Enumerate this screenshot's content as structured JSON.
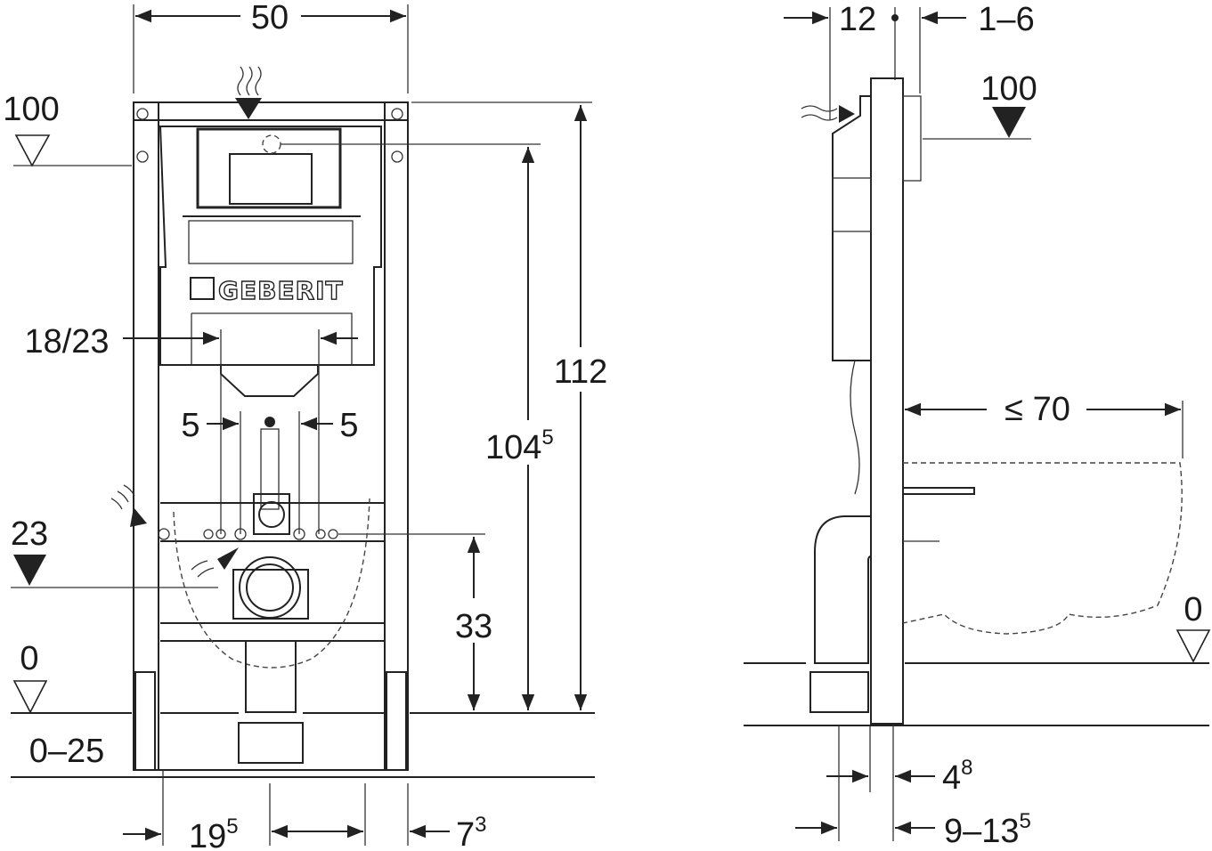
{
  "front_view": {
    "width_label": "50",
    "level_100": "100",
    "flush_opening": "18/23",
    "offset_left": "5",
    "offset_right": "5",
    "level_23": "23",
    "level_0": "0",
    "adjust_range": "0–25",
    "foot_offset": {
      "main": "19",
      "sup": "5"
    },
    "foot_right": {
      "main": "7",
      "sup": "3"
    },
    "height_33": "33",
    "height_104": {
      "main": "104",
      "sup": "5"
    },
    "height_112": "112",
    "logo": "GEBERIT"
  },
  "side_view": {
    "depth_12": "12",
    "wall_1_6": "1–6",
    "level_100": "100",
    "max_70": "≤ 70",
    "level_0": "0",
    "depth_4": {
      "main": "4",
      "sup": "8"
    },
    "depth_9_13": {
      "main": "9–13",
      "sup": "5"
    }
  }
}
